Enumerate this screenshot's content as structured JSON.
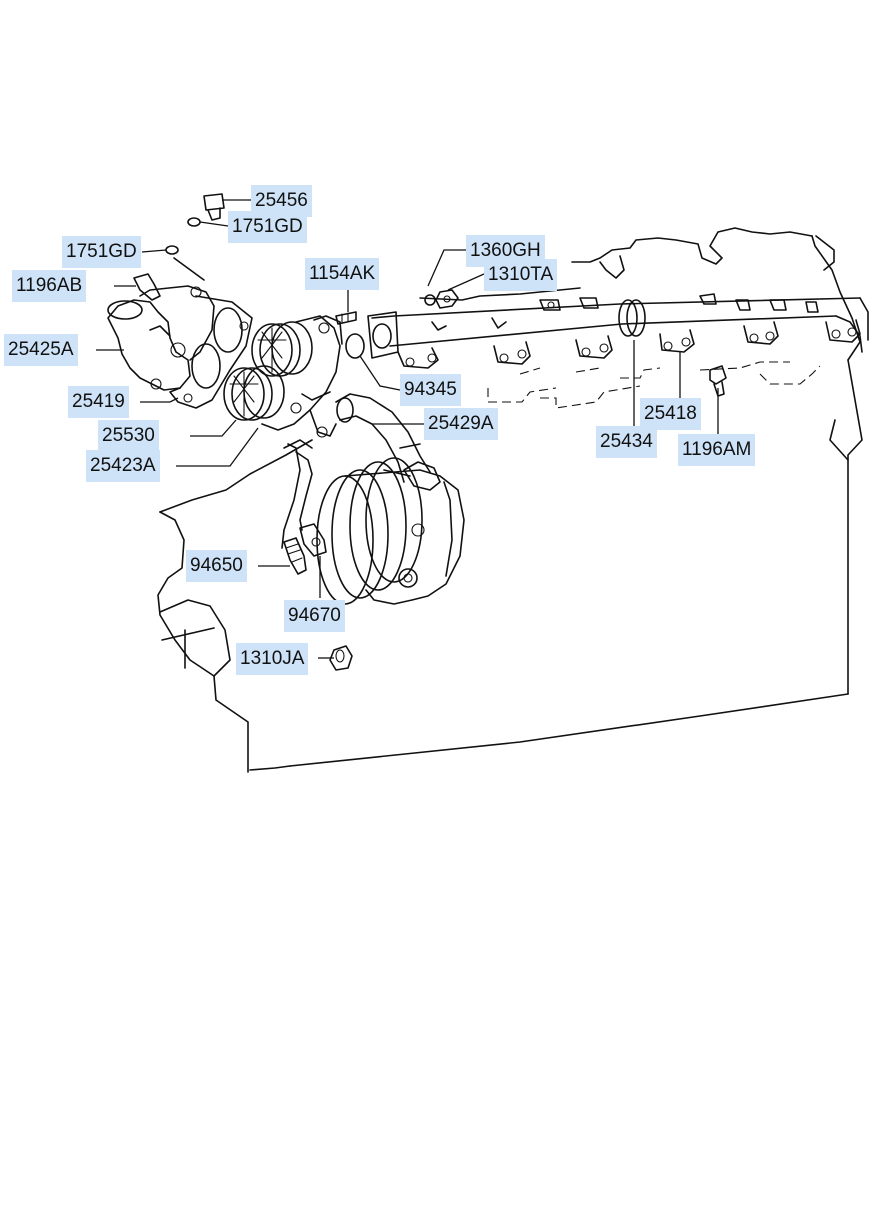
{
  "callouts": [
    {
      "id": "c01",
      "part": "25456"
    },
    {
      "id": "c02",
      "part": "1751GD"
    },
    {
      "id": "c03",
      "part": "1751GD"
    },
    {
      "id": "c04",
      "part": "1360GH"
    },
    {
      "id": "c05",
      "part": "1196AB"
    },
    {
      "id": "c06",
      "part": "1154AK"
    },
    {
      "id": "c07",
      "part": "1310TA"
    },
    {
      "id": "c08",
      "part": "25425A"
    },
    {
      "id": "c09",
      "part": "94345"
    },
    {
      "id": "c10",
      "part": "25419"
    },
    {
      "id": "c11",
      "part": "25418"
    },
    {
      "id": "c12",
      "part": "25429A"
    },
    {
      "id": "c13",
      "part": "25530"
    },
    {
      "id": "c14",
      "part": "25434"
    },
    {
      "id": "c15",
      "part": "1196AM"
    },
    {
      "id": "c16",
      "part": "25423A"
    },
    {
      "id": "c17",
      "part": "94650"
    },
    {
      "id": "c18",
      "part": "94670"
    },
    {
      "id": "c19",
      "part": "1310JA"
    }
  ],
  "colors": {
    "callout_background": "#cfe3f8",
    "line": "#111111"
  }
}
